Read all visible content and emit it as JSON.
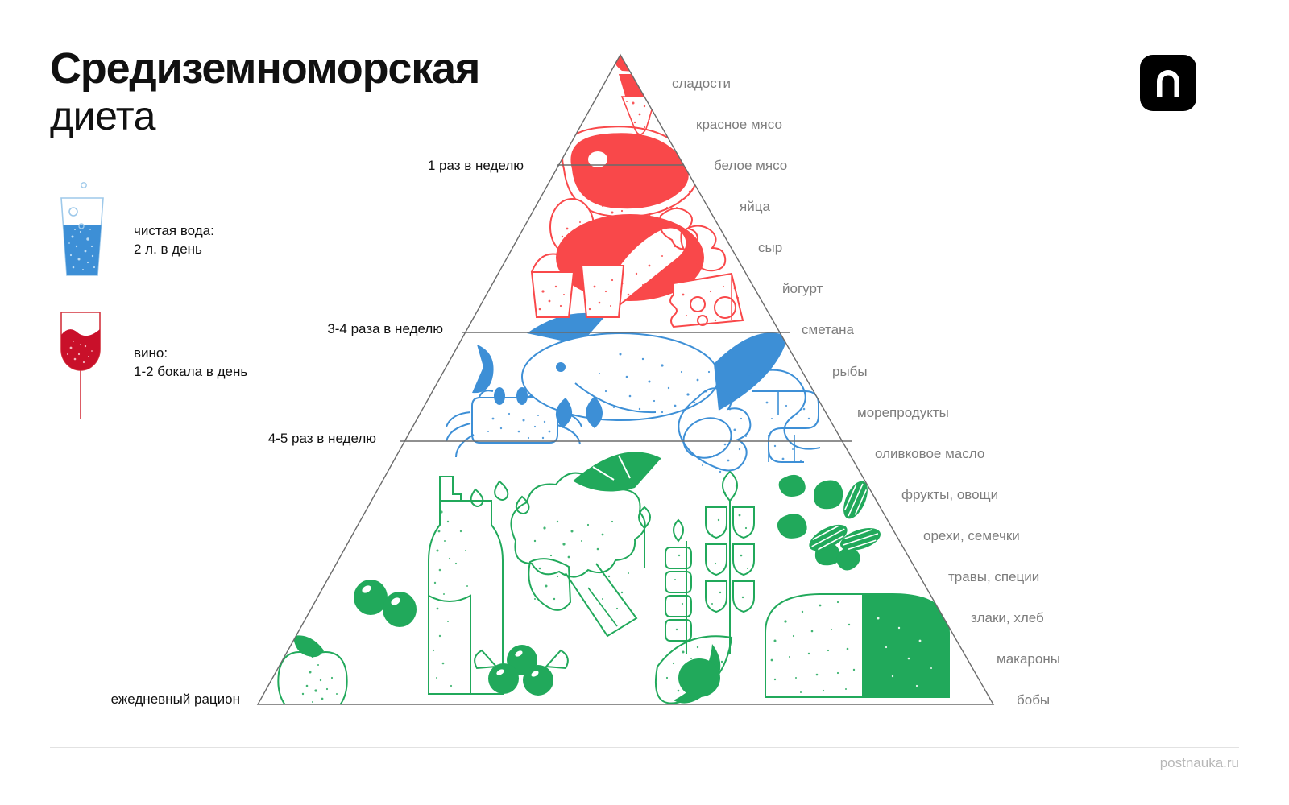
{
  "page": {
    "title_line1": "Средиземноморская",
    "title_line2": "диета",
    "logo_name": "postnauka-logo",
    "footer_site": "postnauka.ru"
  },
  "legend": [
    {
      "icon": "water-glass-icon",
      "line1": "чистая вода:",
      "line2": "2 л. в день",
      "color": "#3d8fd6"
    },
    {
      "icon": "wine-glass-icon",
      "line1": "вино:",
      "line2": "1-2 бокала в день",
      "color": "#c9102a"
    }
  ],
  "frequency_labels": [
    {
      "text": "1 раз в неделю"
    },
    {
      "text": "3-4 раза в неделю"
    },
    {
      "text": "4-5 раз в неделю"
    },
    {
      "text": "ежедневный рацион"
    }
  ],
  "product_labels": [
    {
      "text": "сладости"
    },
    {
      "text": "красное мясо"
    },
    {
      "text": "белое мясо"
    },
    {
      "text": "яйца"
    },
    {
      "text": "сыр"
    },
    {
      "text": "йогурт"
    },
    {
      "text": "сметана"
    },
    {
      "text": "рыбы"
    },
    {
      "text": "морепродукты"
    },
    {
      "text": "оливковое масло"
    },
    {
      "text": "фрукты, овощи"
    },
    {
      "text": "орехи, семечки"
    },
    {
      "text": "травы, специи"
    },
    {
      "text": "злаки, хлеб"
    },
    {
      "text": "макароны"
    },
    {
      "text": "бобы"
    }
  ],
  "colors": {
    "red": "#f9484a",
    "blue": "#3d8fd6",
    "green": "#21a95b",
    "outline": "#6b6b6b",
    "label_gray": "#7d7d7d",
    "text_black": "#111111"
  },
  "pyramid": {
    "tiers": [
      {
        "name": "sweets-meat-dairy-tier",
        "color_key": "red"
      },
      {
        "name": "fish-seafood-tier",
        "color_key": "blue"
      },
      {
        "name": "daily-plant-tier",
        "color_key": "green"
      }
    ]
  }
}
